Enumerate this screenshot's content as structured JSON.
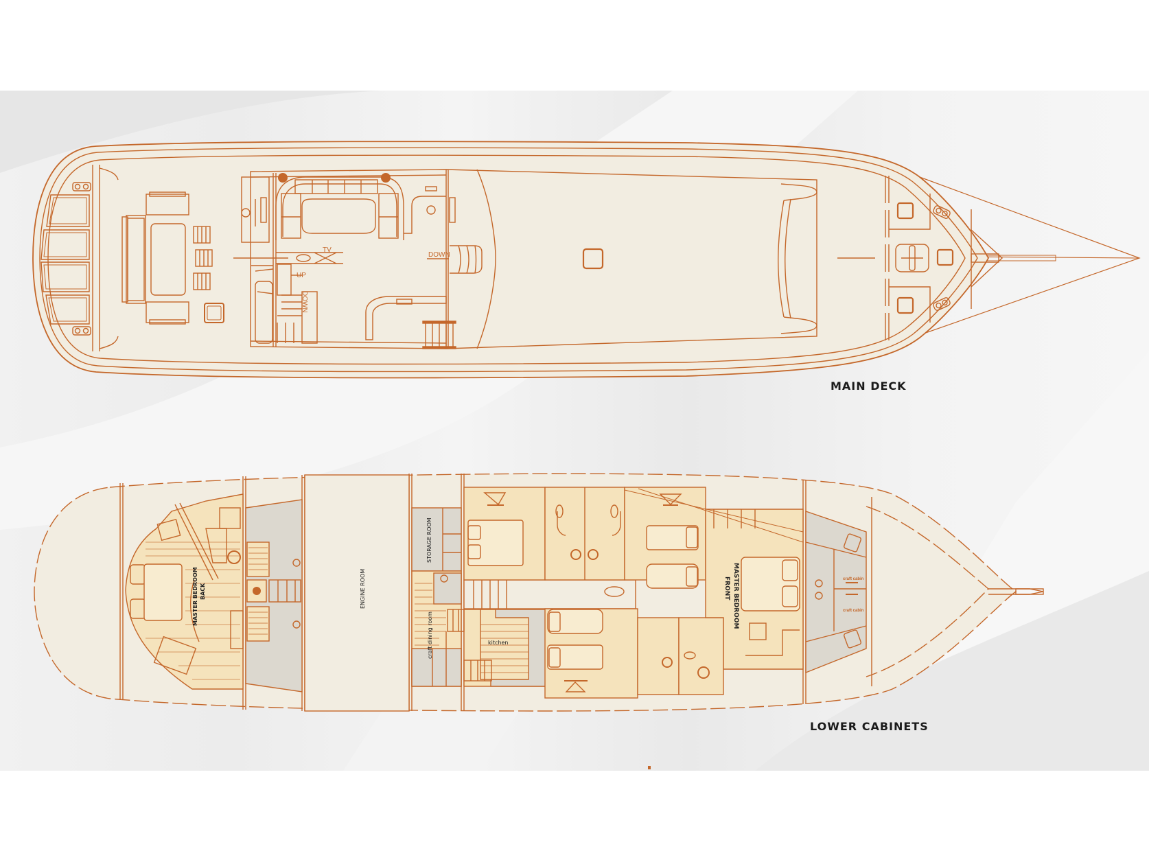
{
  "colors": {
    "background": "#ffffff",
    "band": "#eeeeee",
    "deck_fill": "#f2ede1",
    "line": "#c4672a",
    "cabin_fill": "#f5e3bc",
    "cabin_light": "#f8ecd0",
    "service_fill": "#dcd8cf",
    "label_text": "#1a1a1a"
  },
  "main_deck": {
    "title": "MAIN DECK",
    "annotations": {
      "tv": "TV",
      "up": "UP",
      "down_left": "DOWN",
      "down_right": "DOWN"
    }
  },
  "lower_deck": {
    "title": "LOWER CABINETS",
    "rooms": {
      "master_back_line1": "MASTER BEDROOM",
      "master_back_line2": "BACK",
      "engine_room": "ENGINE ROOM",
      "storage_room": "STORAGE ROOM",
      "crew_dining": "craft dining room",
      "kitchen": "kitchen",
      "master_front_line1": "MASTER BEDROOM",
      "master_front_line2": "FRONT",
      "crew_cabin_1": "craft cabin",
      "crew_cabin_2": "craft cabin"
    }
  }
}
